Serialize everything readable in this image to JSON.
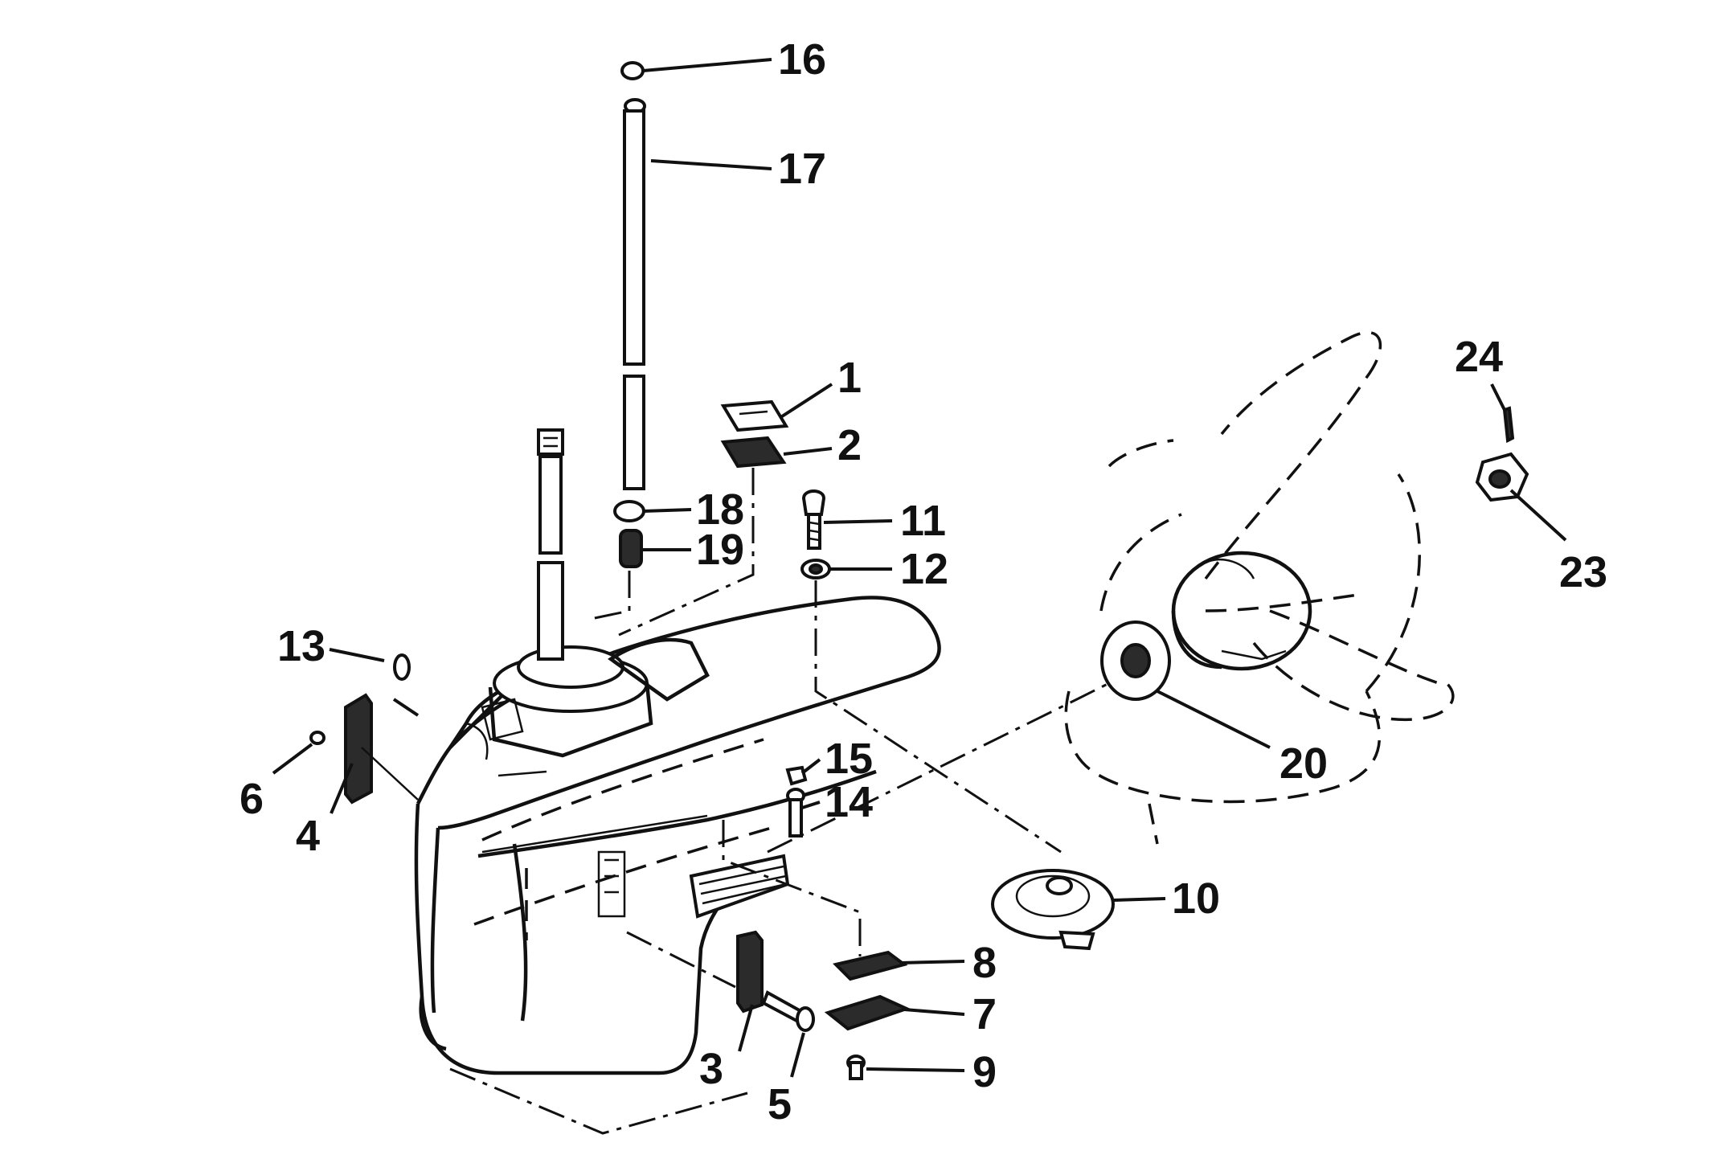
{
  "diagram": {
    "callouts": [
      {
        "id": "c1",
        "label": "1"
      },
      {
        "id": "c2",
        "label": "2"
      },
      {
        "id": "c3",
        "label": "3"
      },
      {
        "id": "c4",
        "label": "4"
      },
      {
        "id": "c5",
        "label": "5"
      },
      {
        "id": "c6",
        "label": "6"
      },
      {
        "id": "c7",
        "label": "7"
      },
      {
        "id": "c8",
        "label": "8"
      },
      {
        "id": "c9",
        "label": "9"
      },
      {
        "id": "c10",
        "label": "10"
      },
      {
        "id": "c11",
        "label": "11"
      },
      {
        "id": "c12",
        "label": "12"
      },
      {
        "id": "c13",
        "label": "13"
      },
      {
        "id": "c14",
        "label": "14"
      },
      {
        "id": "c15",
        "label": "15"
      },
      {
        "id": "c16",
        "label": "16"
      },
      {
        "id": "c17",
        "label": "17"
      },
      {
        "id": "c18",
        "label": "18"
      },
      {
        "id": "c19",
        "label": "19"
      },
      {
        "id": "c20",
        "label": "20"
      },
      {
        "id": "c23",
        "label": "23"
      },
      {
        "id": "c24",
        "label": "24"
      }
    ]
  }
}
